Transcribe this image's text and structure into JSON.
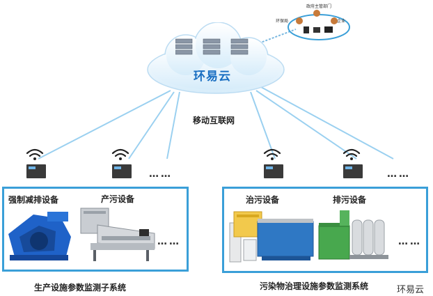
{
  "cloud": {
    "title": "环易云"
  },
  "network_label": "移动互联网",
  "gov_network": {
    "top": "政府主管部门",
    "left": "环保局",
    "right": "企业"
  },
  "left_group": {
    "item1": "强制减排设备",
    "item2": "产污设备",
    "caption": "生产设施参数监测子系统"
  },
  "right_group": {
    "item1": "治污设备",
    "item2": "排污设备",
    "caption": "污染物治理设施参数监测系统"
  },
  "ellipsis": "……",
  "watermark": "环易云"
}
